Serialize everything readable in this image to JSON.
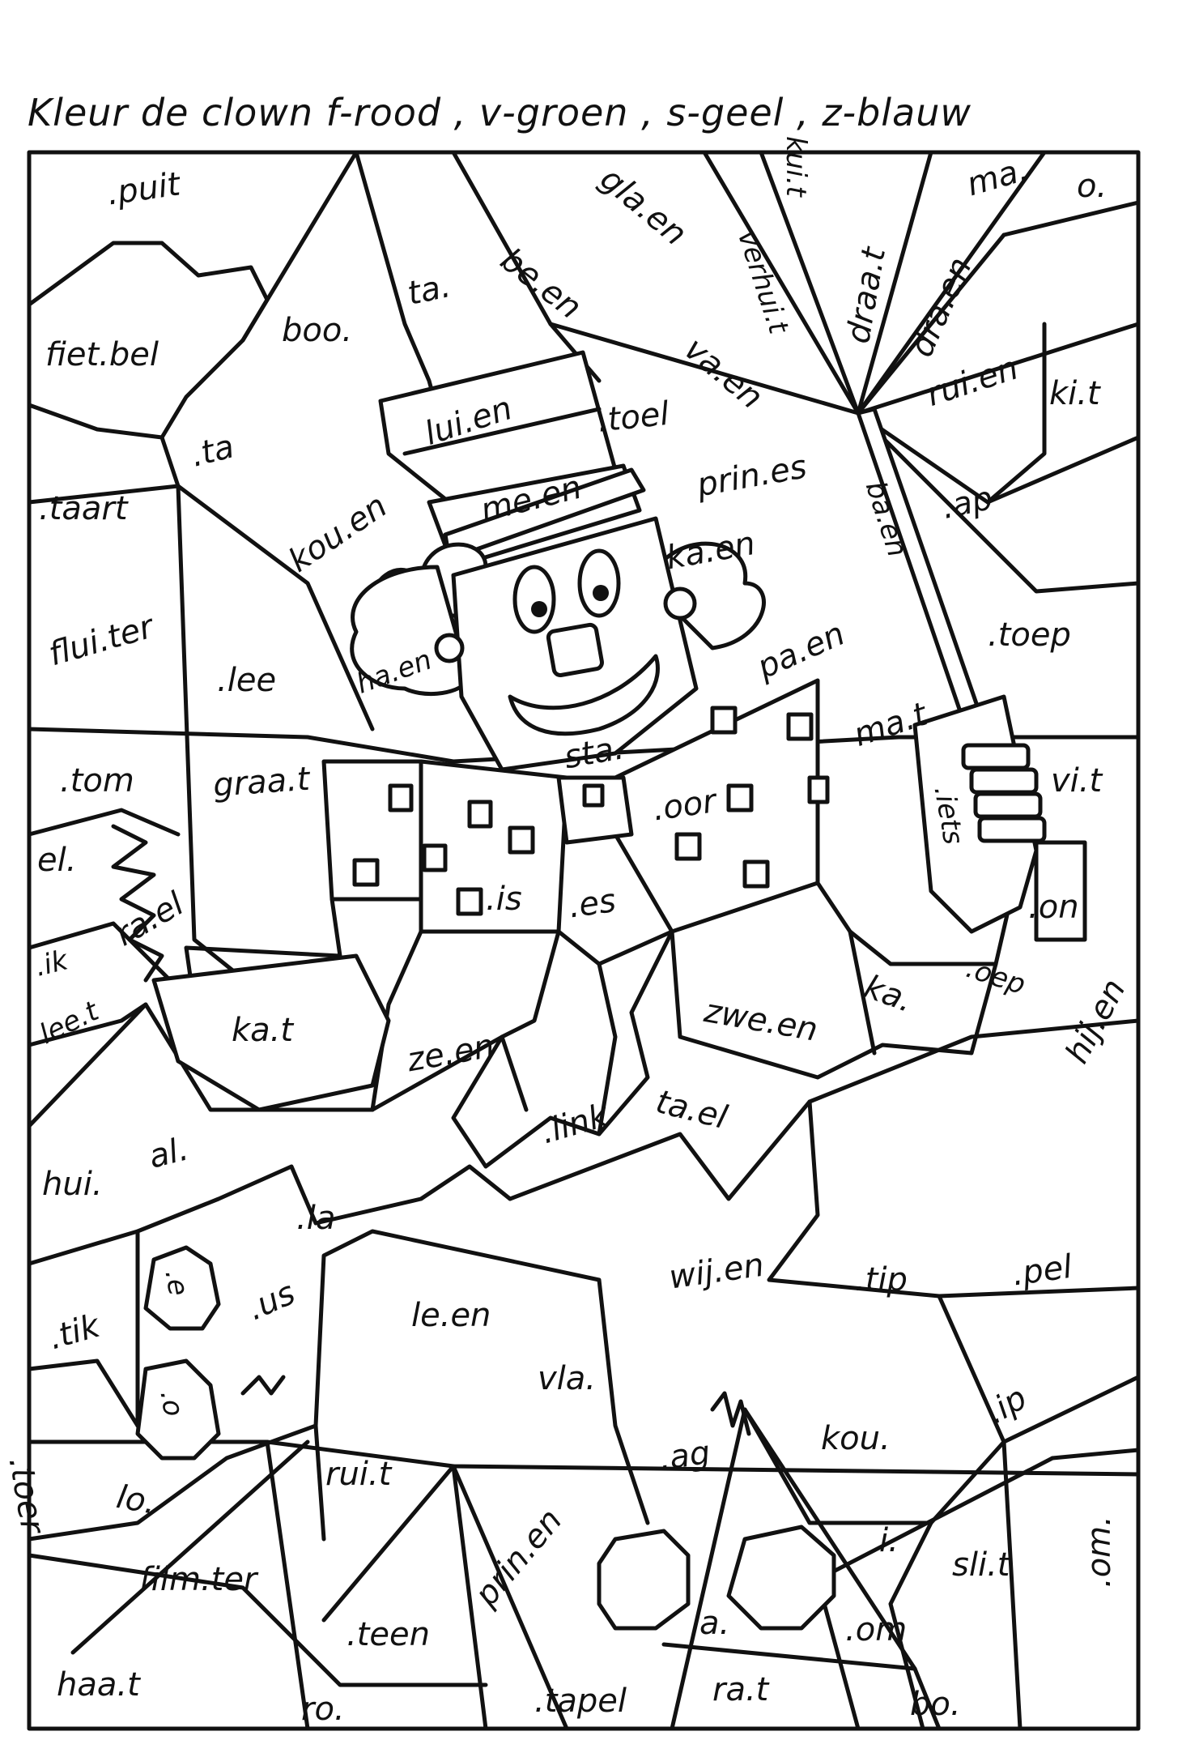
{
  "instruction": "Kleur de clown  f-rood , v-groen , s-geel , z-blauw",
  "words": [
    ".puit",
    "fiet.bel",
    "boo.",
    "ta.",
    "be.en",
    "gla.en",
    "verhui.t",
    "kui.t",
    "draa.t",
    "dra.en",
    "ma.",
    "o.",
    "va.en",
    "rui.en",
    "ki.t",
    ".ta",
    "lui.en",
    ".toel",
    ".taart",
    "kou.en",
    "me.en",
    "prin.es",
    "ba.en",
    ".ap",
    "ka.en",
    "flui.ter",
    ".lee",
    "ha.en",
    "pa.en",
    ".toep",
    "ma.t",
    ".tom",
    "graa.t",
    "sta.",
    ".oor",
    ".iets",
    "vi.t",
    "el.",
    ".ik",
    "ra.el",
    ".is",
    ".es",
    ".on",
    ".oep",
    "ka.",
    "lee.t",
    "ka.t",
    "ze.en",
    "zwe.en",
    "hij.en",
    ".link",
    "ta.el",
    "hui.",
    "al.",
    ".la",
    ".e",
    ".tik",
    ".us",
    "le.en",
    "wij.en",
    ".tip",
    ".pel",
    "vla.",
    ".o",
    ".toer",
    "lo.",
    "rui.t",
    ".ag",
    "kou.",
    ".ip",
    "film.ter",
    "prin.en",
    "i.",
    "sli.t",
    ".teen",
    "a.",
    ".om",
    ".om.",
    "haa.t",
    "ro.",
    ".tapel",
    "ra.t",
    "bo."
  ]
}
